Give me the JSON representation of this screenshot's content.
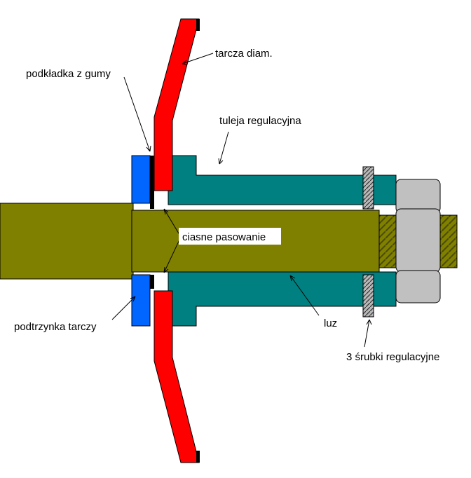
{
  "labels": {
    "tarcza": "tarcza diam.",
    "podkladka": "podkładka z gumy",
    "tuleja": "tuleja regulacyjna",
    "ciasne": "ciasne pasowanie",
    "podtrzynka": "podtrzynka tarczy",
    "luz": "luz",
    "srubki": "3 śrubki regulacyjne"
  },
  "colors": {
    "background": "#ffffff",
    "shaft": "#808000",
    "sleeve": "#008080",
    "disc": "#ff0000",
    "disc_support": "#0066ff",
    "rubber_washer": "#000000",
    "nut": "#c0c0c0",
    "screw": "#b0b0b0",
    "outline": "#000000"
  }
}
